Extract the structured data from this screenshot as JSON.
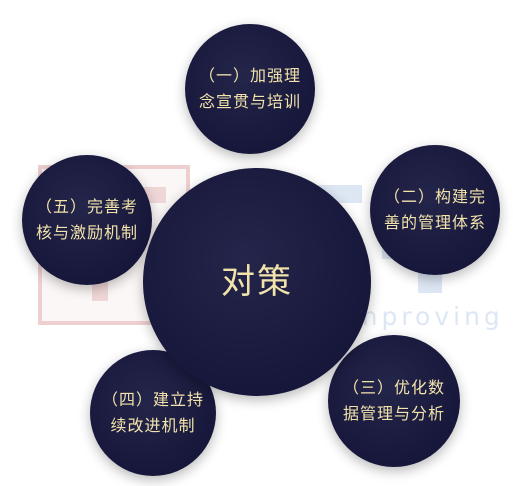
{
  "center": {
    "label": "对策"
  },
  "nodes": {
    "n1": {
      "line1": "（一）加强理",
      "line2": "念宣贯与培训"
    },
    "n2": {
      "line1": "（二）构建完",
      "line2": "善的管理体系"
    },
    "n3": {
      "line1": "（三）优化数",
      "line2": "据管理与分析"
    },
    "n4": {
      "line1": "（四）建立持",
      "line2": "续改进机制"
    },
    "n5": {
      "line1": "（五）完善考",
      "line2": "核与激励机制"
    }
  },
  "watermark": {
    "text": "Keep Improving"
  },
  "colors": {
    "circle_fill": "#16173a",
    "text": "#f2e3ab",
    "background": "#ffffff"
  }
}
